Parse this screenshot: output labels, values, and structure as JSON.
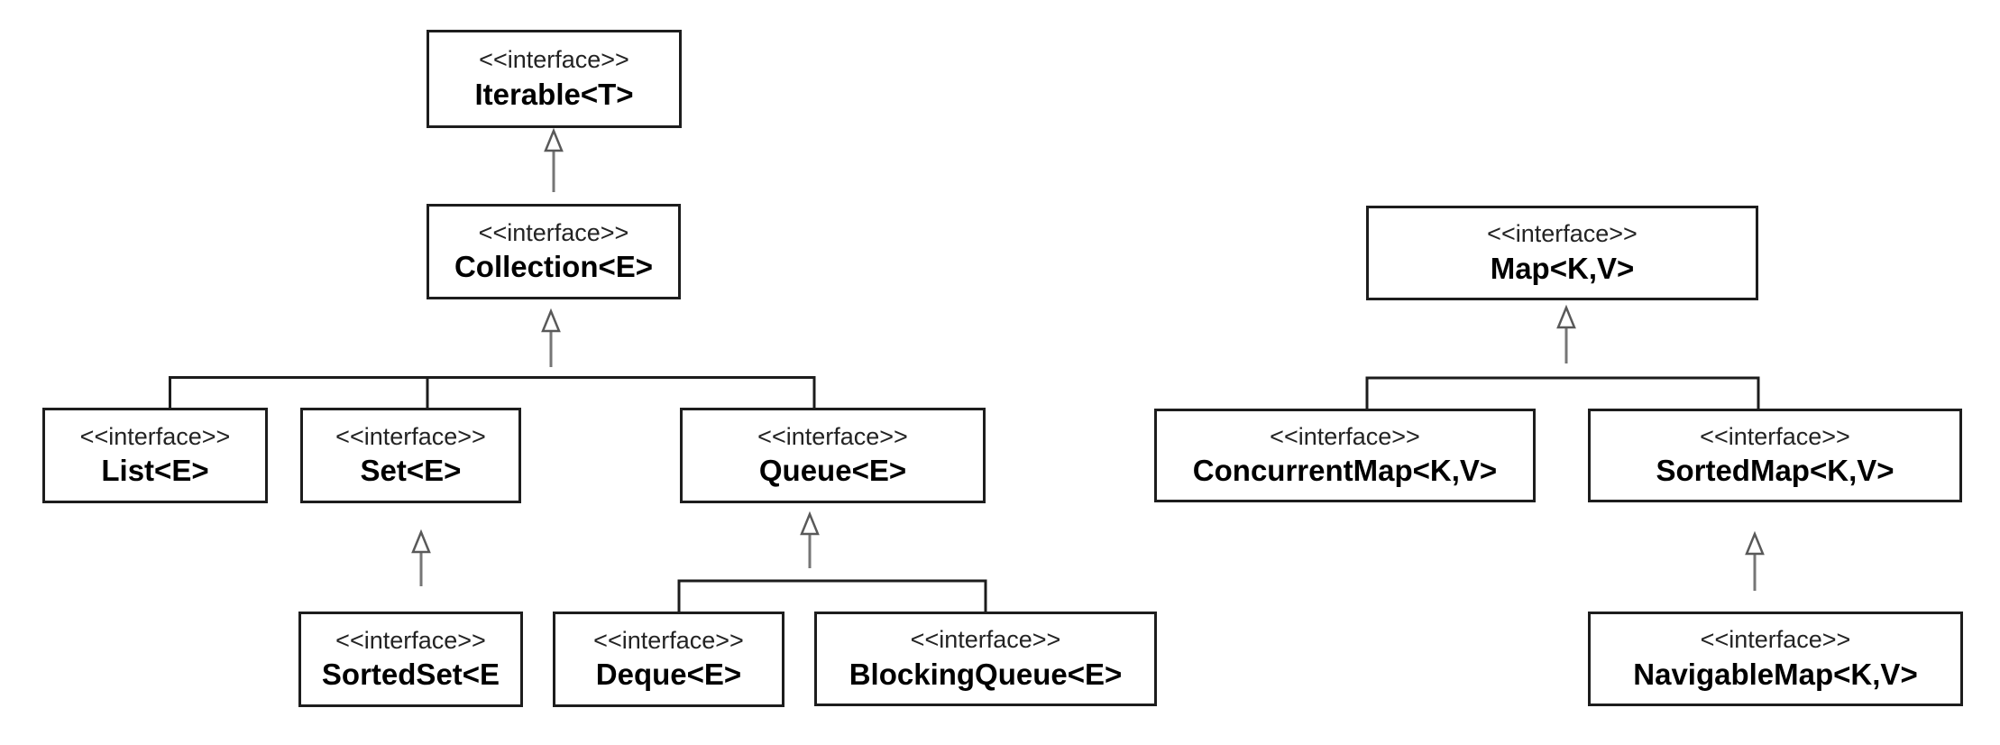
{
  "diagram": {
    "stereotype": "<<interface>>",
    "nodes": [
      {
        "id": "iterable",
        "name": "Iterable<T>"
      },
      {
        "id": "collection",
        "name": "Collection<E>"
      },
      {
        "id": "list",
        "name": "List<E>"
      },
      {
        "id": "set",
        "name": "Set<E>"
      },
      {
        "id": "queue",
        "name": "Queue<E>"
      },
      {
        "id": "sortedset",
        "name": "SortedSet<E"
      },
      {
        "id": "deque",
        "name": "Deque<E>"
      },
      {
        "id": "blockingqueue",
        "name": "BlockingQueue<E>"
      },
      {
        "id": "map",
        "name": "Map<K,V>"
      },
      {
        "id": "concurrentmap",
        "name": "ConcurrentMap<K,V>"
      },
      {
        "id": "sortedmap",
        "name": "SortedMap<K,V>"
      },
      {
        "id": "navigablemap",
        "name": "NavigableMap<K,V>"
      }
    ],
    "edges": [
      {
        "child": "collection",
        "parent": "iterable"
      },
      {
        "child": "list",
        "parent": "collection"
      },
      {
        "child": "set",
        "parent": "collection"
      },
      {
        "child": "queue",
        "parent": "collection"
      },
      {
        "child": "sortedset",
        "parent": "set"
      },
      {
        "child": "deque",
        "parent": "queue"
      },
      {
        "child": "blockingqueue",
        "parent": "queue"
      },
      {
        "child": "concurrentmap",
        "parent": "map"
      },
      {
        "child": "sortedmap",
        "parent": "map"
      },
      {
        "child": "navigablemap",
        "parent": "sortedmap"
      }
    ]
  }
}
